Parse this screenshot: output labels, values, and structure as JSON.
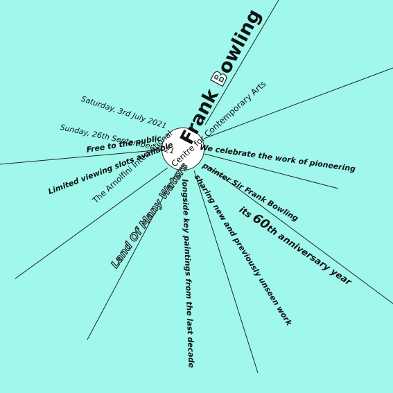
{
  "artist": {
    "name_part1": "Frank ",
    "name_letter_b": "B",
    "name_part2": "owling"
  },
  "venue": {
    "centre": "Centre for Contemporary Arts",
    "arnolfini": "The Arnolfini International"
  },
  "dates": {
    "start": "Saturday, 3rd July 2021",
    "end": "Sunday, 26th September 2021"
  },
  "admission": {
    "free": "Free to the public",
    "slots": "Limited viewing slots available"
  },
  "exhibition": {
    "title": "Land Of Many Waters"
  },
  "description": {
    "line1": "We celebrate the work of pioneering",
    "line2": "painter Sir Frank Bowling",
    "line3": "sharing new and previously unseen work",
    "line4": "longside key paintings from the last decade"
  },
  "anniversary": {
    "prefix": "its ",
    "number": "60",
    "suffix": "th anniversary year"
  },
  "colors": {
    "background": "#9ff8eb",
    "line": "#222222",
    "hub": "#ffffff"
  }
}
